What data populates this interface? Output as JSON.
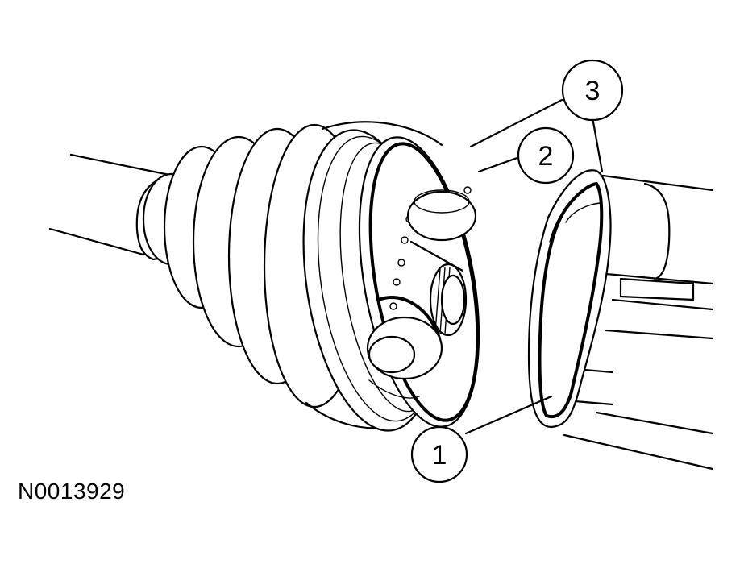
{
  "figure_id": "N0013929",
  "callouts": [
    {
      "id": "1",
      "label": "1"
    },
    {
      "id": "2",
      "label": "2"
    },
    {
      "id": "3",
      "label": "3"
    }
  ]
}
